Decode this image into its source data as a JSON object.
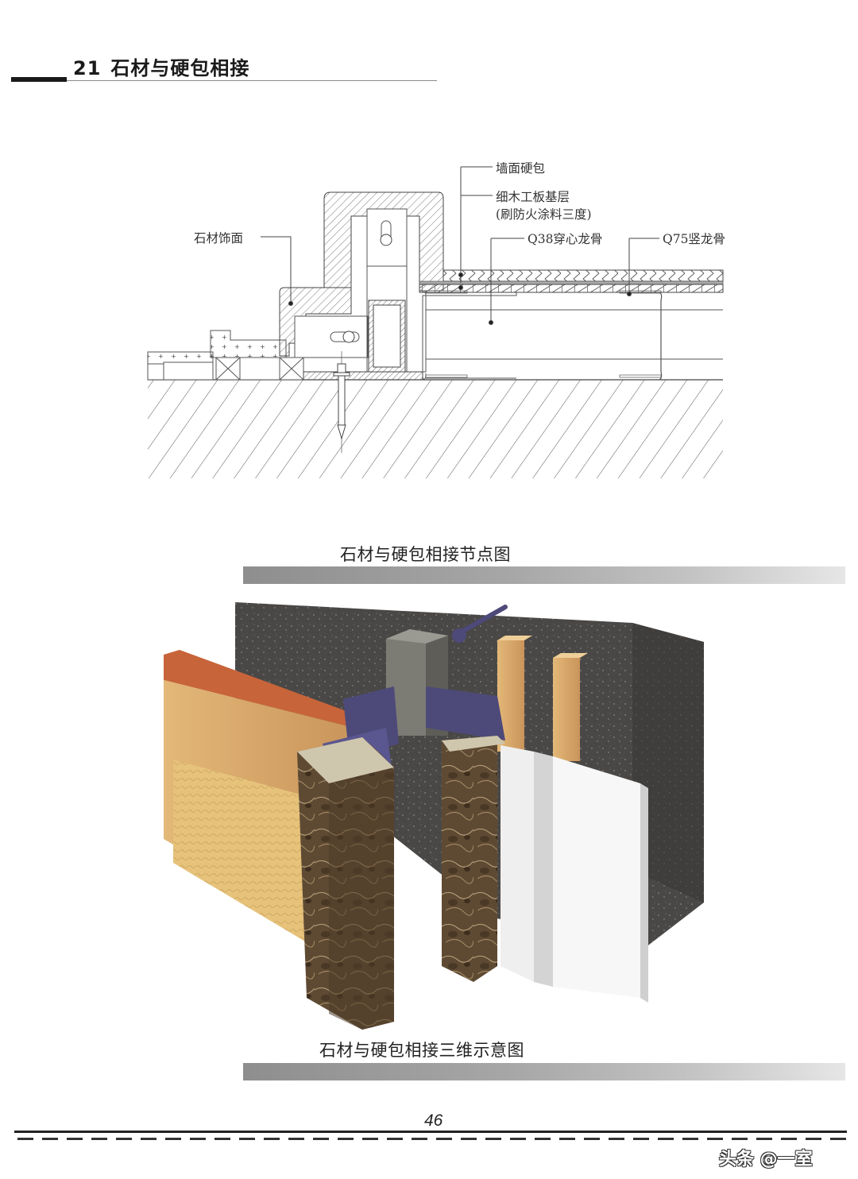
{
  "header": {
    "section_number": "21",
    "section_title": "石材与硬包相接"
  },
  "detail_drawing": {
    "labels": {
      "stone_finish": "石材饰面",
      "wall_hard_panel": "墙面硬包",
      "blockboard_base_line1": "细木工板基层",
      "blockboard_base_line2": "(刷防火涂料三度)",
      "q38_stud": "Q38穿心龙骨",
      "q75_stud": "Q75竖龙骨"
    },
    "caption": "石材与硬包相接节点图"
  },
  "render_3d": {
    "caption": "石材与硬包相接三维示意图",
    "colors": {
      "concrete": "#4a4846",
      "steel": "#7d7c74",
      "bracket": "#4d4a7a",
      "timber": "#d9a868",
      "plywood_red": "#c8643a",
      "leather": "#e6c27a",
      "marble": "#5e4a33",
      "white_panel": "#f4f4f4"
    }
  },
  "footer": {
    "page_number": "46",
    "watermark": "头条 @一室"
  }
}
